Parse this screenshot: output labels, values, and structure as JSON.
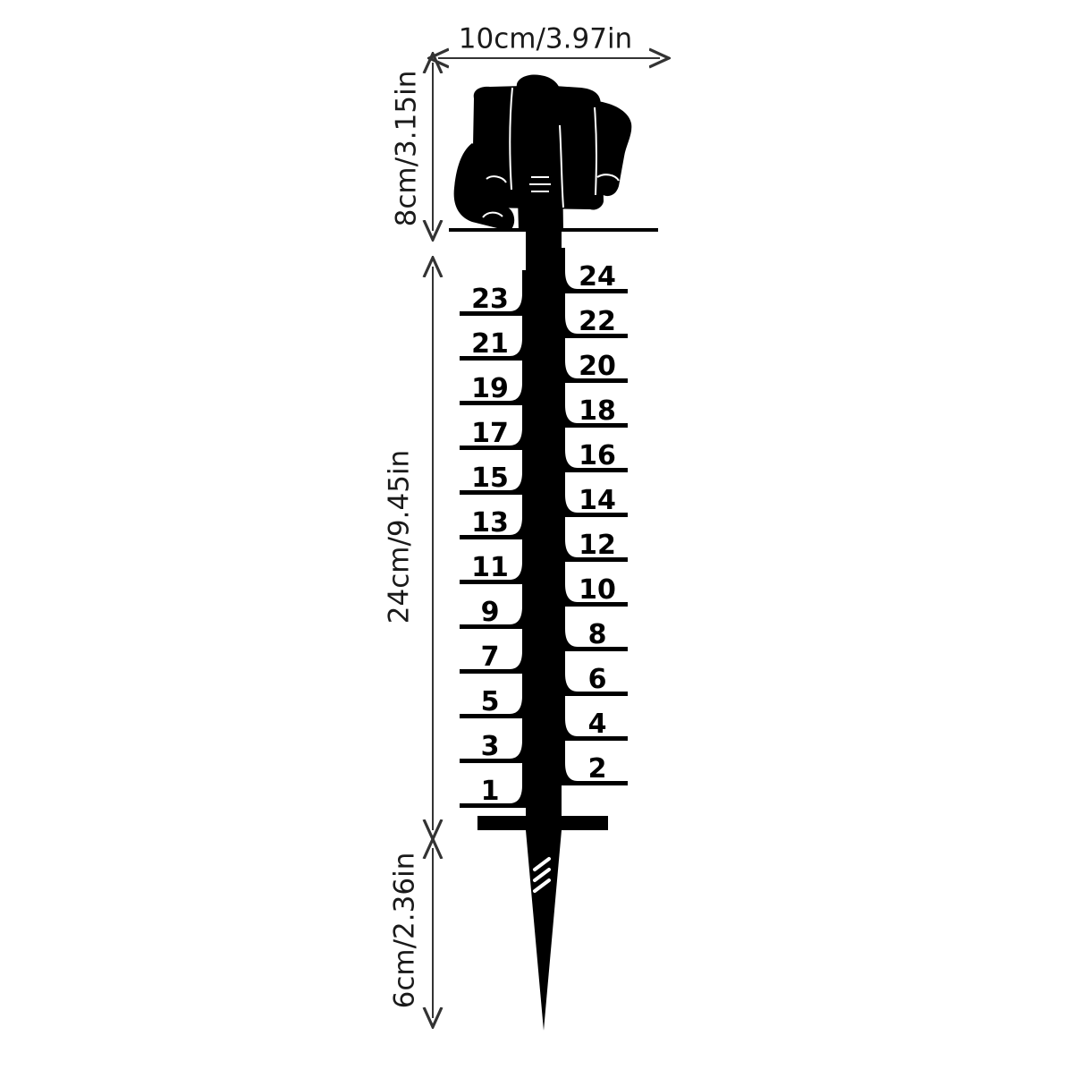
{
  "dimensions": {
    "width": "10cm/3.97in",
    "top_height": "8cm/3.15in",
    "middle_height": "24cm/9.45in",
    "bottom_height": "6cm/2.36in"
  },
  "gauge": {
    "left_numbers": [
      "23",
      "21",
      "19",
      "17",
      "15",
      "13",
      "11",
      "9",
      "7",
      "5",
      "3",
      "1"
    ],
    "right_numbers": [
      "24",
      "22",
      "20",
      "18",
      "16",
      "14",
      "12",
      "10",
      "8",
      "6",
      "4",
      "2"
    ]
  },
  "colors": {
    "silhouette": "#000000",
    "dimension_line": "#333333"
  },
  "icons": [
    "hand-icon",
    "arrow-icon"
  ]
}
